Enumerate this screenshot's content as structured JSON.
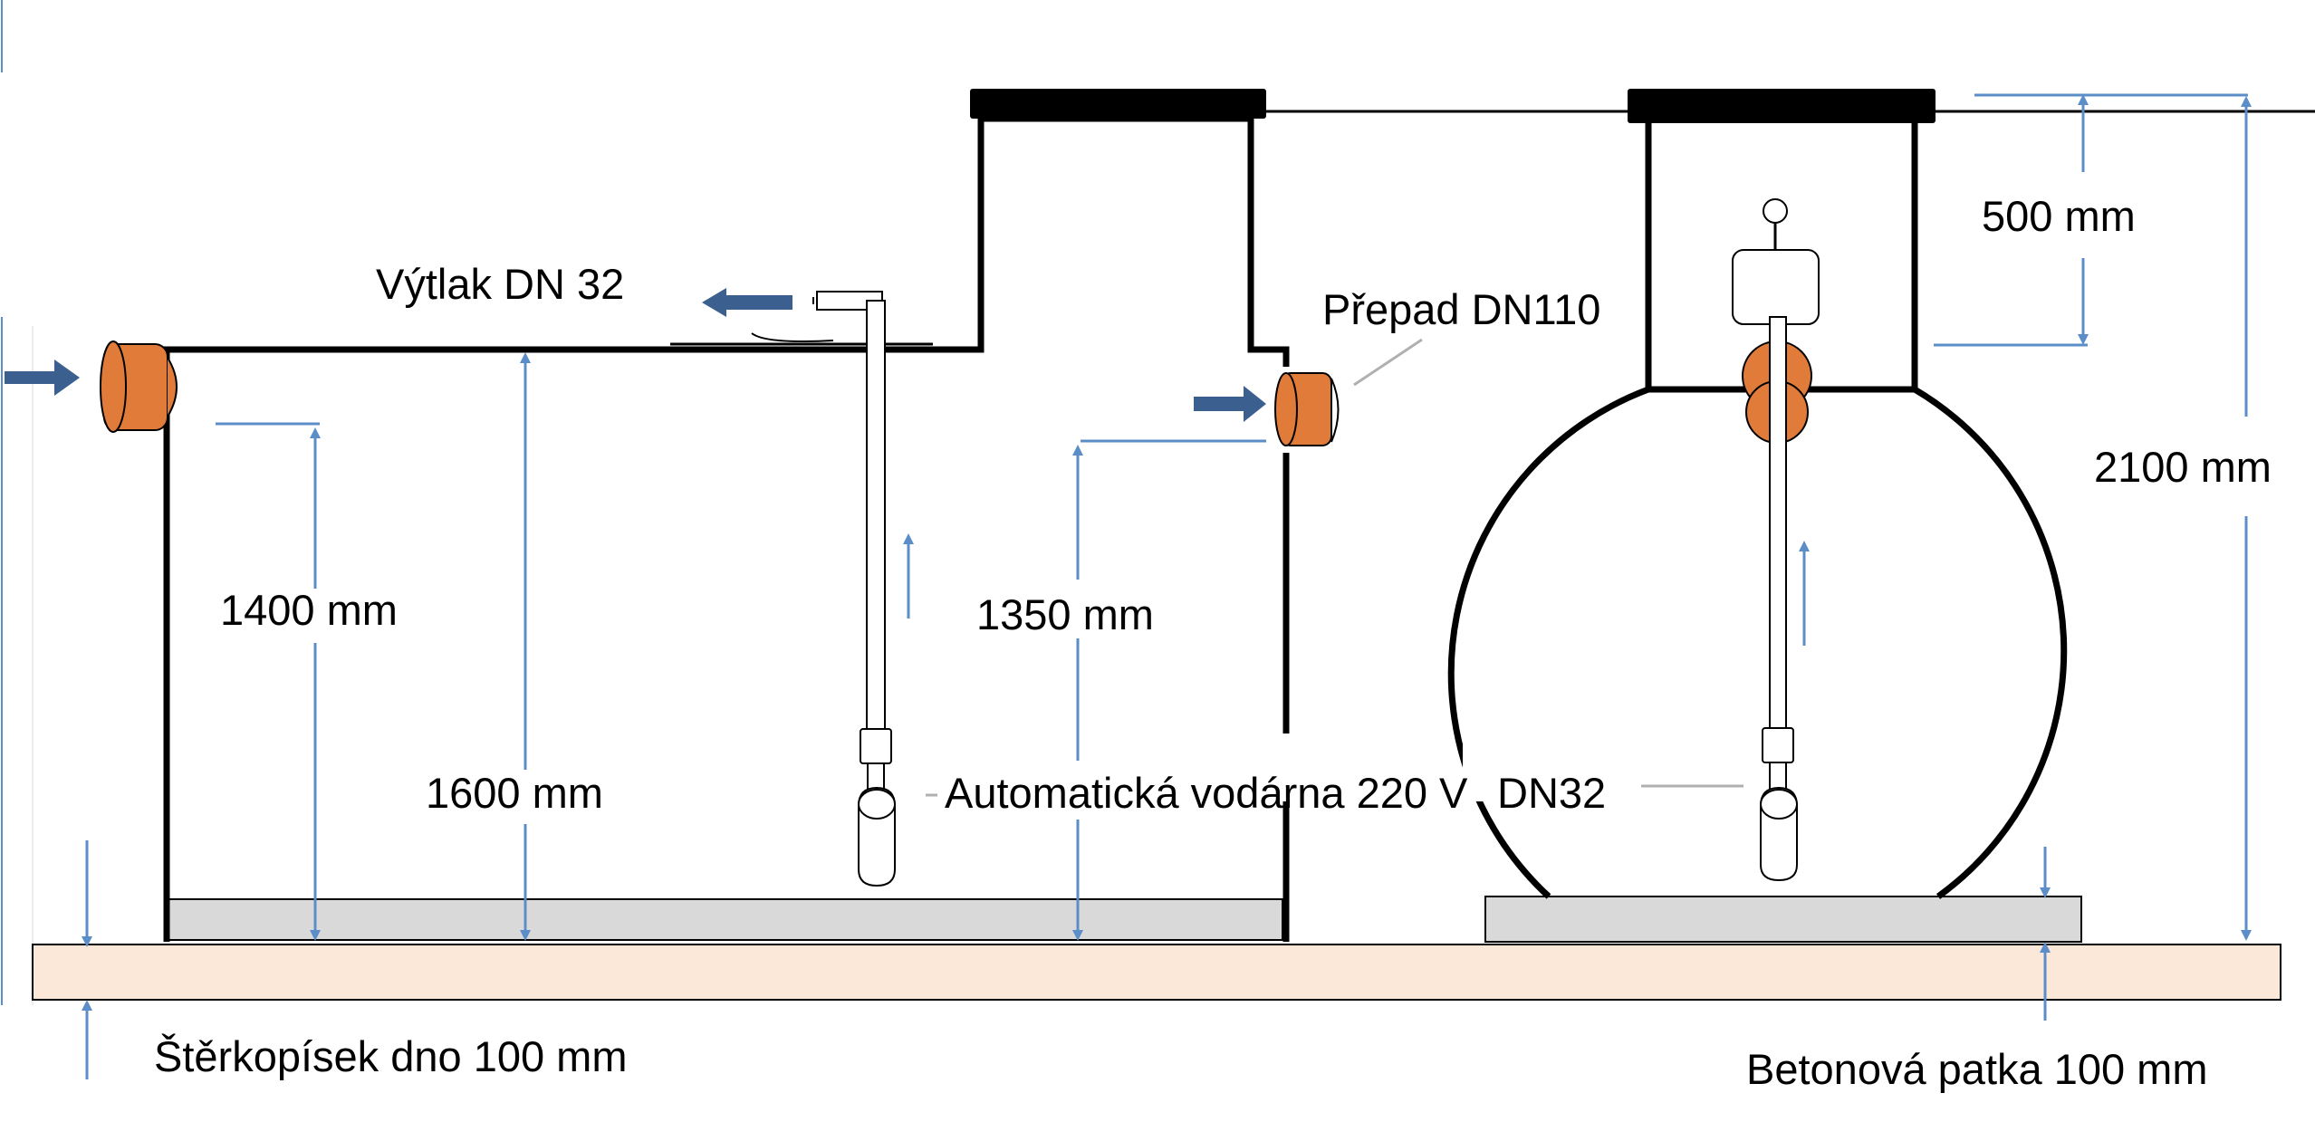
{
  "labels": {
    "discharge": "Výtlak DN 32",
    "overflow": "Přepad DN110",
    "height_1400": "1400 mm",
    "height_1600": "1600 mm",
    "height_1350": "1350 mm",
    "height_500": "500 mm",
    "height_2100": "2100 mm",
    "pump_station": "Automatická vodárna 220 V",
    "pump_dn": "DN32",
    "gravel_base": "Štěrkopísek dno 100 mm",
    "concrete_footing": "Betonová patka 100 mm"
  },
  "colors": {
    "outline": "#000000",
    "pipe_orange": "#e07b39",
    "arrow_blue": "#3b5f8f",
    "dimension_blue": "#5b8ec9",
    "base_slab": "#d9d9d9",
    "gravel_bed": "#fbe8d9",
    "leader_gray": "#b0b0b0"
  },
  "icons": {
    "inflow": "arrow-right-icon",
    "discharge_flow": "arrow-left-icon",
    "overflow_flow": "arrow-right-icon",
    "pump": "submersible-pump-icon"
  }
}
